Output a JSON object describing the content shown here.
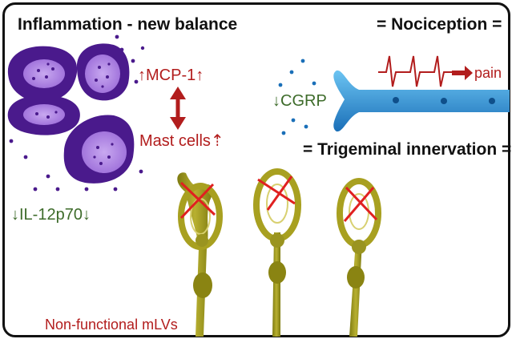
{
  "titles": {
    "inflammation": "Inflammation - new balance",
    "nociception": "= Nociception =",
    "trigeminal": "= Trigeminal innervation ="
  },
  "labels": {
    "mcp1": "↑MCP-1↑",
    "mast_cells": "Mast cells⇡",
    "cgrp": "↓CGRP",
    "pain": "pain",
    "il12": "↓IL-12p70↓",
    "mlvs": "Non-functional mLVs"
  },
  "colors": {
    "cell_dark": "#4a1a8c",
    "cell_light": "#c8a8f0",
    "nerve": "#2b8fd6",
    "vessel": "#a8a020",
    "accent_red": "#b21d1d",
    "accent_green": "#3d6b2a"
  }
}
